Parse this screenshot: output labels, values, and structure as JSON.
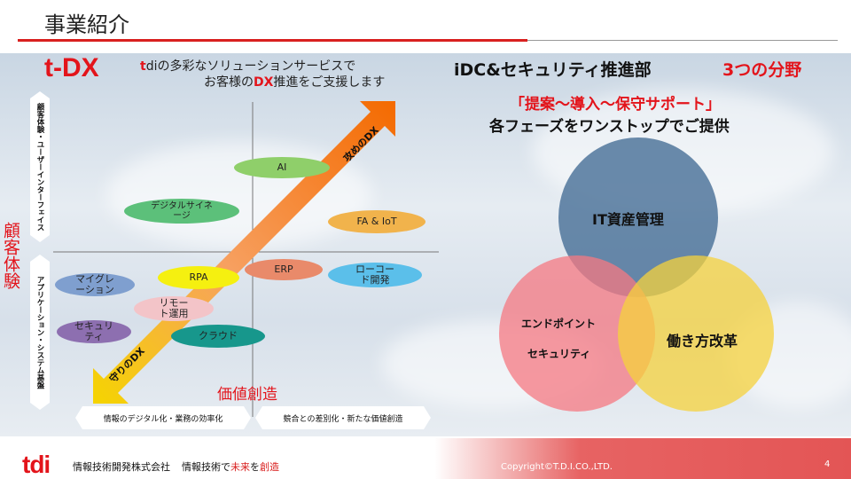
{
  "header": {
    "title": "事業紹介"
  },
  "left": {
    "brand": "t-DX",
    "subtitle_line1_brand": "t",
    "subtitle_line1_rest": "diの多彩なソリューションサービスで",
    "subtitle_line2_pre": "お客様の",
    "subtitle_line2_dx": "DX",
    "subtitle_line2_post": "推進をご支援します",
    "y_axis_title": "顧客体験",
    "y_top_label": "顧客体験・ユーザーインターフェイス",
    "y_bottom_label": "アプリケーション・システム基盤",
    "x_left_label": "情報のデジタル化・業務の効率化",
    "x_right_label": "競合との差別化・新たな価値創造",
    "x_axis_title": "価値創造",
    "arrow_up_label": "攻めのDX",
    "arrow_down_label": "守りのDX",
    "items": {
      "ai": "AI",
      "digital_signage": "デジタルサイネージ",
      "fa_iot": "FA & IoT",
      "erp": "ERP",
      "lowcode": "ローコード開発",
      "migration": "マイグレーション",
      "rpa": "RPA",
      "remote": "リモート運用",
      "security": "セキュリティ",
      "cloud": "クラウド"
    }
  },
  "right": {
    "dept": "iDC&セキュリティ推進部",
    "fields": "3つの分野",
    "tagline1": "「提案～導入～保守サポート」",
    "tagline2": "各フェーズをワンストップでご提供",
    "circles": {
      "it": "IT資産管理",
      "endpoint1": "エンドポイント",
      "endpoint2": "セキュリティ",
      "work": "働き方改革"
    }
  },
  "footer": {
    "logo": "tdi",
    "company": "情報技術開発株式会社",
    "slogan_pre": "情報技術で",
    "slogan_a": "未来",
    "slogan_mid": "を",
    "slogan_b": "創造",
    "copyright": "Copyright©T.D.I.CO.,LTD.",
    "page": "4"
  },
  "colors": {
    "accent": "#e3141b"
  }
}
